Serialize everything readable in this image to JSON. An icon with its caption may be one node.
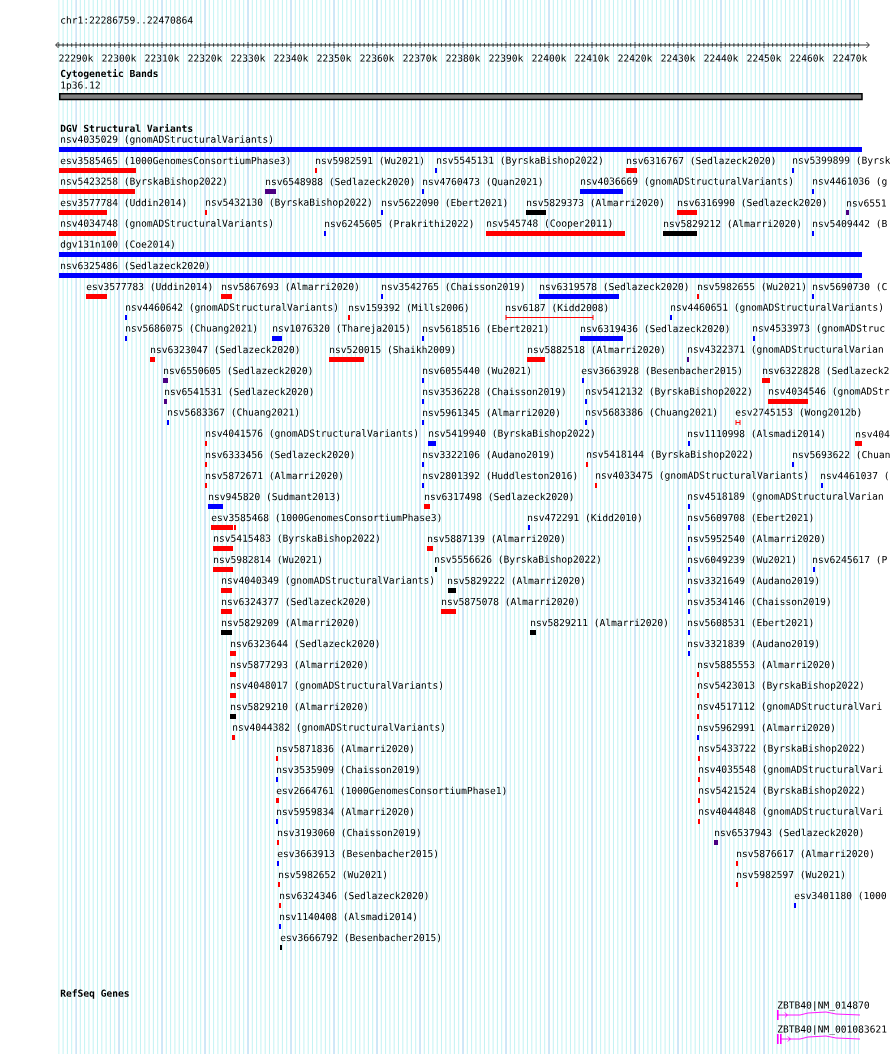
{
  "diagram": {
    "title": "chr1:22286759..22470864",
    "labels": [
      "22290k",
      "22300k",
      "22310k",
      "22320k",
      "22330k",
      "22340k",
      "22350k",
      "22360k",
      "22370k",
      "22380k",
      "22390k",
      "22400k",
      "22410k",
      "22420k",
      "22430k",
      "22440k",
      "22450k",
      "22460k",
      "22470k",
      "Cytogenetic Bands",
      "1p36.12",
      "DGV Structural Variants",
      "nsv4035029 (gnomADStructuralVariants)",
      "esv3585465 (1000GenomesConsortiumPhase3)",
      "nsv5982591 (Wu2021)",
      "nsv5545131 (ByrskaBishop2022)",
      "nsv6316767 (Sedlazeck2020)",
      "nsv5399899 (Byrsk",
      "nsv5423258 (ByrskaBishop2022)",
      "nsv6548988 (Sedlazeck2020)",
      "nsv4760473 (Quan2021)",
      "nsv4036669 (gnomADStructuralVariants)",
      "nsv4461036 (g",
      "esv3577784 (Uddin2014)",
      "nsv5432130 (ByrskaBishop2022)",
      "nsv5622090 (Ebert2021)",
      "nsv5829373 (Almarri2020)",
      "nsv6316990 (Sedlazeck2020)",
      "nsv6551",
      "nsv4034748 (gnomADStructuralVariants)",
      "nsv6245605 (Prakrithi2022)",
      "nsv545748 (Cooper2011)",
      "nsv5829212 (Almarri2020)",
      "nsv5409442 (B",
      "dgv131n100 (Coe2014)",
      "nsv6325486 (Sedlazeck2020)",
      "esv3577783 (Uddin2014)",
      "nsv5867693 (Almarri2020)",
      "nsv3542765 (Chaisson2019)",
      "nsv6319578 (Sedlazeck2020)",
      "nsv5982655 (Wu2021)",
      "nsv5690730 (C",
      "nsv4460642 (gnomADStructuralVariants)",
      "nsv159392 (Mills2006)",
      "nsv6187 (Kidd2008)",
      "nsv4460651 (gnomADStructuralVariants)",
      "nsv5686075 (Chuang2021)",
      "nsv1076320 (Thareja2015)",
      "nsv5618516 (Ebert2021)",
      "nsv6319436 (Sedlazeck2020)",
      "nsv4533973 (gnomADStruc",
      "nsv6323047 (Sedlazeck2020)",
      "nsv520015 (Shaikh2009)",
      "nsv5882518 (Almarri2020)",
      "nsv4322371 (gnomADStructuralVarian",
      "nsv6550605 (Sedlazeck2020)",
      "nsv6055440 (Wu2021)",
      "esv3663928 (Besenbacher2015)",
      "nsv6322828 (Sedlazeck2",
      "nsv6541531 (Sedlazeck2020)",
      "nsv3536228 (Chaisson2019)",
      "nsv5412132 (ByrskaBishop2022)",
      "nsv4034546 (gnomADStr",
      "nsv5683367 (Chuang2021)",
      "nsv5961345 (Almarri2020)",
      "nsv5683386 (Chuang2021)",
      "esv2745153 (Wong2012b)",
      "nsv4041576 (gnomADStructuralVariants)",
      "nsv5419940 (ByrskaBishop2022)",
      "nsv1110998 (Alsmadi2014)",
      "nsv404",
      "nsv6333456 (Sedlazeck2020)",
      "nsv3322106 (Audano2019)",
      "nsv5418144 (ByrskaBishop2022)",
      "nsv5693622 (Chuan",
      "nsv5872671 (Almarri2020)",
      "nsv2801392 (Huddleston2016)",
      "nsv4033475 (gnomADStructuralVariants)",
      "nsv4461037 (",
      "nsv945820 (Sudmant2013)",
      "nsv6317498 (Sedlazeck2020)",
      "nsv4518189 (gnomADStructuralVarian",
      "esv3585468 (1000GenomesConsortiumPhase3)",
      "nsv472291 (Kidd2010)",
      "nsv5609708 (Ebert2021)",
      "nsv5415483 (ByrskaBishop2022)",
      "nsv5887139 (Almarri2020)",
      "nsv5952540 (Almarri2020)",
      "nsv5982814 (Wu2021)",
      "nsv5556626 (ByrskaBishop2022)",
      "nsv6049239 (Wu2021)",
      "nsv6245617 (P",
      "nsv4040349 (gnomADStructuralVariants)",
      "nsv5829222 (Almarri2020)",
      "nsv3321649 (Audano2019)",
      "nsv6324377 (Sedlazeck2020)",
      "nsv5875078 (Almarri2020)",
      "nsv3534146 (Chaisson2019)",
      "nsv5829209 (Almarri2020)",
      "nsv5829211 (Almarri2020)",
      "nsv5608531 (Ebert2021)",
      "nsv6323644 (Sedlazeck2020)",
      "nsv3321839 (Audano2019)",
      "nsv5877293 (Almarri2020)",
      "nsv5885553 (Almarri2020)",
      "nsv4048017 (gnomADStructuralVariants)",
      "nsv5423013 (ByrskaBishop2022)",
      "nsv5829210 (Almarri2020)",
      "nsv4517112 (gnomADStructuralVari",
      "nsv4044382 (gnomADStructuralVariants)",
      "nsv5962991 (Almarri2020)",
      "nsv5871836 (Almarri2020)",
      "nsv5433722 (ByrskaBishop2022)",
      "nsv3535909 (Chaisson2019)",
      "nsv4035548 (gnomADStructuralVari",
      "esv2664761 (1000GenomesConsortiumPhase1)",
      "nsv5421524 (ByrskaBishop2022)",
      "nsv5959834 (Almarri2020)",
      "nsv4044848 (gnomADStructuralVari",
      "nsv3193060 (Chaisson2019)",
      "nsv6537943 (Sedlazeck2020)",
      "esv3663913 (Besenbacher2015)",
      "nsv5876617 (Almarri2020)",
      "nsv5982652 (Wu2021)",
      "nsv5982597 (Wu2021)",
      "nsv6324346 (Sedlazeck2020)",
      "esv3401180 (1000",
      "nsv1140408 (Alsmadi2014)",
      "esv3666792 (Besenbacher2015)",
      "RefSeq Genes",
      "ZBTB40|NM_014870",
      "ZBTB40|NM_001083621"
    ]
  }
}
